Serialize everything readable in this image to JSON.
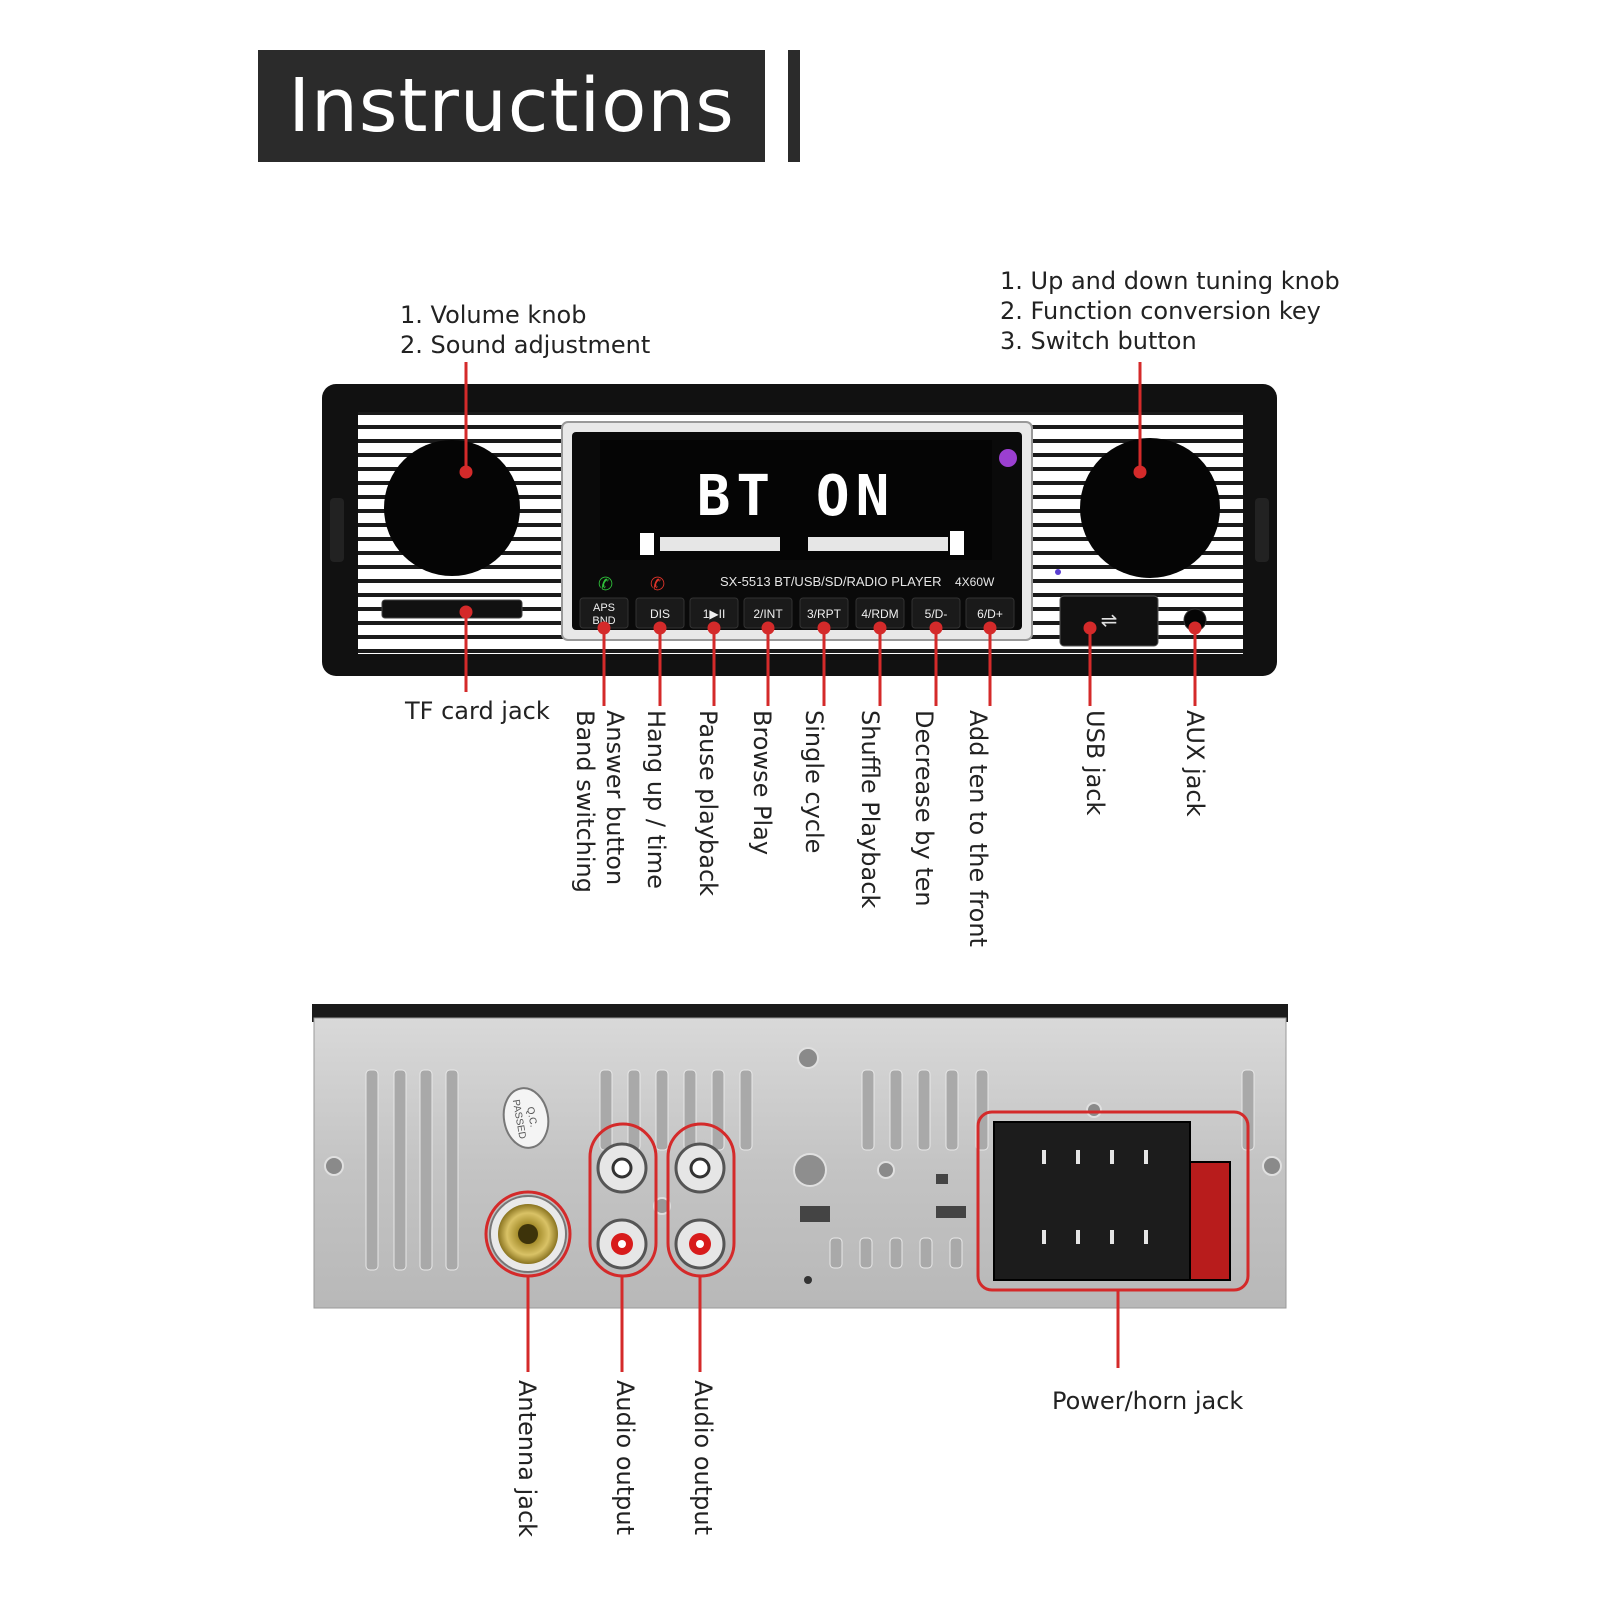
{
  "header": {
    "title": "Instructions"
  },
  "front": {
    "left_knob_callout": [
      "1. Volume knob",
      "2. Sound adjustment"
    ],
    "right_knob_callout": [
      "1. Up and down tuning knob",
      "2. Function conversion key",
      "3. Switch button"
    ],
    "tf_card_label": "TF card jack",
    "display": {
      "main_text": "BT  ON",
      "model_line": "SX-5513  BT/USB/SD/RADIO PLAYER",
      "power_rating": "4X60W"
    },
    "buttons": [
      {
        "key": "aps_bnd",
        "top": "APS",
        "bottom": "BND"
      },
      {
        "key": "dis",
        "label": "DIS"
      },
      {
        "key": "play",
        "label": "1▶II"
      },
      {
        "key": "int",
        "label": "2/INT"
      },
      {
        "key": "rpt",
        "label": "3/RPT"
      },
      {
        "key": "rdm",
        "label": "4/RDM"
      },
      {
        "key": "d_minus",
        "label": "5/D-"
      },
      {
        "key": "d_plus",
        "label": "6/D+"
      }
    ],
    "button_labels": [
      [
        "Answer button",
        "Band switching"
      ],
      [
        "Hang up / time"
      ],
      [
        "Pause playback"
      ],
      [
        "Browse Play"
      ],
      [
        "Single cycle"
      ],
      [
        "Shuffle Playback"
      ],
      [
        "Decrease by ten"
      ],
      [
        "Add ten to the front"
      ]
    ],
    "usb_label": "USB jack",
    "aux_label": "AUX jack"
  },
  "rear": {
    "qc_stamp": [
      "Q.C.",
      "PASSED"
    ],
    "antenna_label": "Antenna jack",
    "audio_output_1": "Audio output",
    "audio_output_2": "Audio output",
    "power_label": "Power/horn jack"
  },
  "colors": {
    "callout_line": "#d42a2a",
    "title_bg": "#2b2b2b",
    "body_dark": "#111111",
    "rear_metal": "#c9c9c9"
  }
}
